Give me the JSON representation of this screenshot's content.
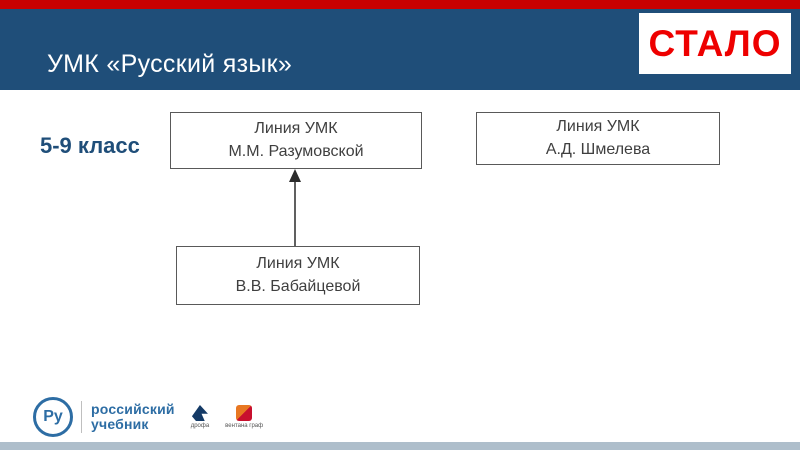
{
  "slide": {
    "title": "УМК «Русский язык»",
    "stamp": "СТАЛО",
    "class_label": "5-9 класс"
  },
  "diagram": {
    "boxes": [
      {
        "line1": "Линия УМК",
        "line2": "М.М. Разумовской"
      },
      {
        "line1": "Линия УМК",
        "line2": "А.Д. Шмелева"
      },
      {
        "line1": "Линия УМК",
        "line2": "В.В. Бабайцевой"
      }
    ],
    "arrow": "up-arrow-from-babaytseva-to-razumovskaya"
  },
  "footer": {
    "circle_monogram": "Ру",
    "publisher_line1": "российский",
    "publisher_line2": "учебник",
    "drofa_label": "дрофа",
    "ventana_label": "вентана граф"
  },
  "colors": {
    "top_bar_red": "#c90001",
    "header_blue": "#1f4e79",
    "stamp_red": "#ee0000",
    "box_border": "#595959",
    "bottom_bar": "#aebecb"
  }
}
